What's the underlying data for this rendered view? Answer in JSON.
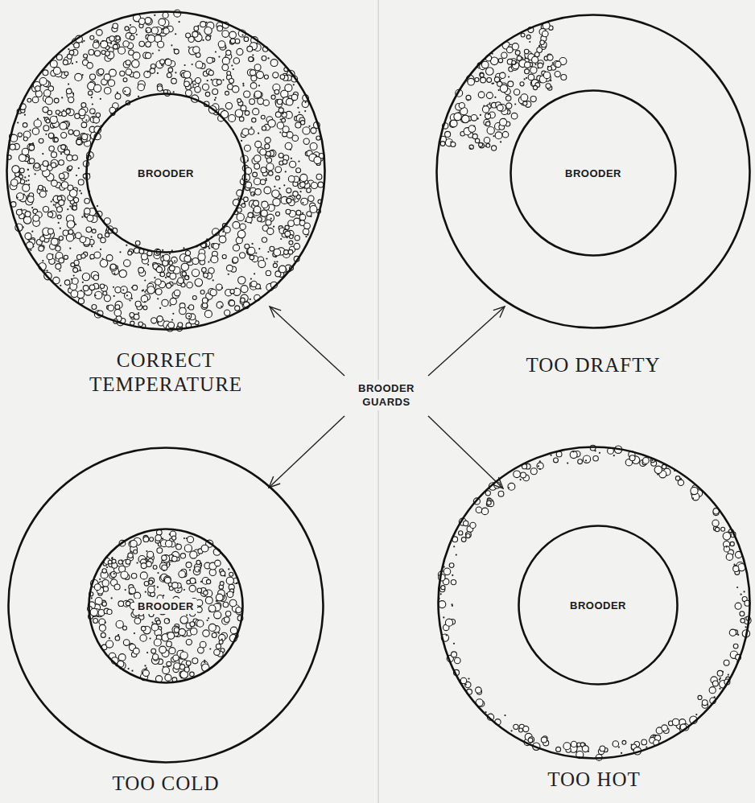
{
  "diagram": {
    "nodes": [
      {
        "text": [
          "CORRECT TEMPERATURE"
        ]
      },
      {
        "text": [
          "BROODER"
        ],
        "in": 0
      },
      {
        "text": [
          "TOO DRAFTY"
        ]
      },
      {
        "text": [
          "BROODER"
        ],
        "in": 2
      },
      {
        "text": [
          "TOO COLD"
        ]
      },
      {
        "text": [
          "BROODER"
        ],
        "in": 4
      },
      {
        "text": [
          "TOO HOT"
        ]
      },
      {
        "text": [
          "BROODER"
        ],
        "in": 6
      }
    ],
    "labels": [
      "BROODER GUARDS"
    ]
  }
}
